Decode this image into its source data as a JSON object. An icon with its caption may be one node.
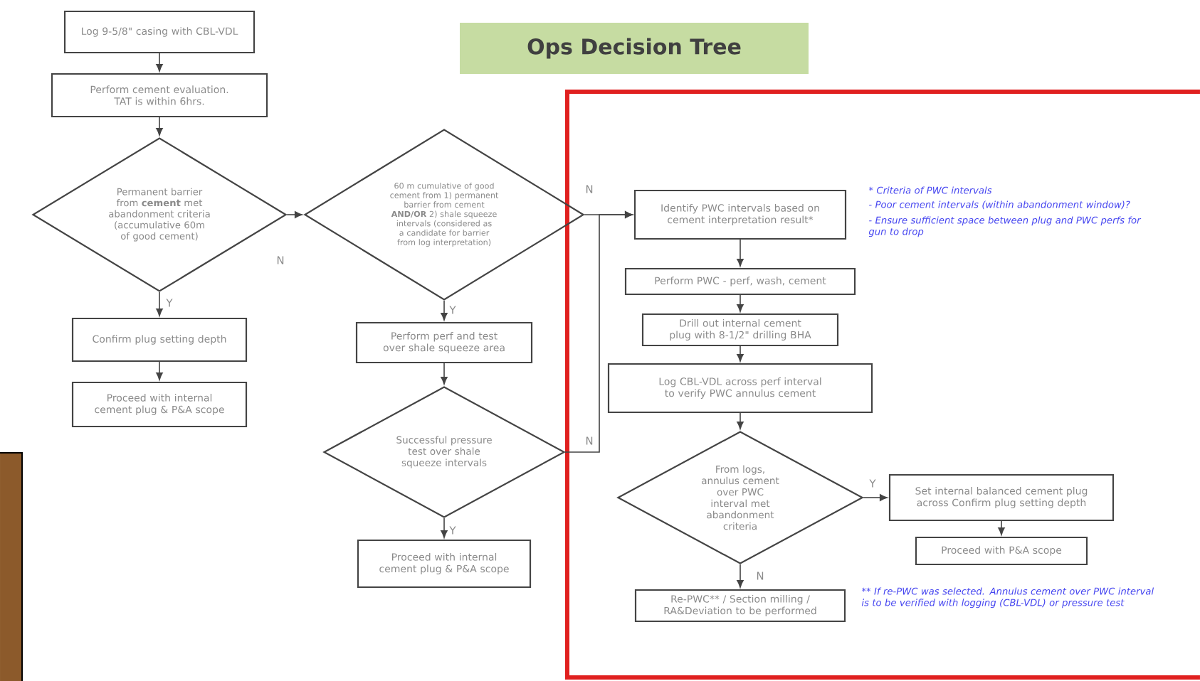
{
  "diagram": {
    "title": "Ops Decision Tree",
    "nodes": [
      {
        "text": [
          "Log 9-5/8\" casing with CBL-VDL"
        ]
      },
      {
        "text": [
          "Perform cement evaluation. TAT is within 6hrs."
        ]
      },
      {
        "text": [
          "Permanent barrier from **cement** met abandonment criteria (accumulative 60m of good cement)"
        ]
      },
      {
        "text": [
          "Confirm plug setting depth"
        ]
      },
      {
        "text": [
          "Proceed with internal cement plug & P&A scope"
        ]
      },
      {
        "text": [
          "60 m cumulative of good cement from 1) permanent barrier from cement **AND/OR** 2) shale squeeze intervals (considered as a candidate for barrier from log interpretation)"
        ]
      },
      {
        "text": [
          "Perform perf and test over shale squeeze area"
        ]
      },
      {
        "text": [
          "Successful pressure test over shale squeeze intervals"
        ]
      },
      {
        "text": [
          "Proceed with internal cement plug & P&A scope"
        ]
      },
      {
        "text": [
          "Identify PWC intervals based on cement interpretation result*"
        ]
      },
      {
        "text": [
          "Perform PWC - perf, wash, cement"
        ]
      },
      {
        "text": [
          "Drill out internal cement plug with 8-1/2\" drilling BHA"
        ]
      },
      {
        "text": [
          "Log CBL-VDL across perf interval to verify PWC annulus cement"
        ]
      },
      {
        "text": [
          "From logs, annulus cement over PWC interval met abandonment criteria"
        ]
      },
      {
        "text": [
          "Set internal balanced cement plug across Confirm plug setting depth"
        ]
      },
      {
        "text": [
          "Proceed with P&A scope"
        ]
      },
      {
        "text": [
          "Re-PWC** / Section milling / RA&Deviation to be performed"
        ]
      }
    ],
    "edges": [
      {
        "from": 0,
        "to": 1,
        "arrow": "to"
      },
      {
        "from": 1,
        "to": 2,
        "arrow": "to"
      },
      {
        "from": 2,
        "to": 3,
        "arrow": "to",
        "label": "Y"
      },
      {
        "from": 3,
        "to": 4,
        "arrow": "to"
      },
      {
        "from": 2,
        "to": 5,
        "arrow": "to",
        "label": "N"
      },
      {
        "from": 5,
        "to": 6,
        "arrow": "to",
        "label": "Y"
      },
      {
        "from": 6,
        "to": 7,
        "arrow": "to"
      },
      {
        "from": 7,
        "to": 8,
        "arrow": "to",
        "label": "Y"
      },
      {
        "from": 5,
        "to": 9,
        "arrow": "to",
        "label": "N"
      },
      {
        "from": 7,
        "to": 9,
        "arrow": "to",
        "label": "N"
      },
      {
        "from": 9,
        "to": 10,
        "arrow": "to"
      },
      {
        "from": 10,
        "to": 11,
        "arrow": "to"
      },
      {
        "from": 11,
        "to": 12,
        "arrow": "to"
      },
      {
        "from": 12,
        "to": 13,
        "arrow": "to"
      },
      {
        "from": 13,
        "to": 14,
        "arrow": "to",
        "label": "Y"
      },
      {
        "from": 14,
        "to": 15,
        "arrow": "to"
      },
      {
        "from": 13,
        "to": 16,
        "arrow": "to",
        "label": "N"
      }
    ],
    "labels": [
      "* Criteria of PWC intervals",
      "- Poor cement intervals (within abandonment window)?",
      "- Ensure sufficient space between plug and PWC perfs for gun to drop",
      "** If re-PWC was selected. Annulus cement over PWC interval is to be verified with logging (CBL-VDL) or pressure test"
    ]
  }
}
